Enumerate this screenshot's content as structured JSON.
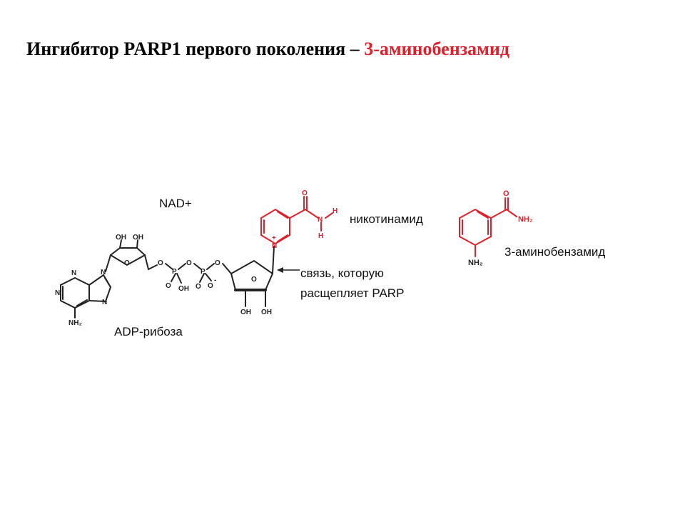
{
  "title": {
    "main": "Ингибитор PARP1 первого поколения – ",
    "highlight": "3-аминобензамид"
  },
  "labels": {
    "nad": "NAD+",
    "nicotinamide": "никотинамид",
    "aminobenzamide": "3-аминобензамид",
    "bond_line1": "связь, которую",
    "bond_line2": "расщепляет PARP",
    "adp_ribose": "ADP-рибоза"
  },
  "atoms": {
    "oh": "OH",
    "o": "O",
    "p": "P",
    "n": "N",
    "h": "H",
    "nh2": "NH₂",
    "minus": "-",
    "plus": "+"
  },
  "colors": {
    "accent": "#e0202a",
    "ink": "#222222"
  }
}
